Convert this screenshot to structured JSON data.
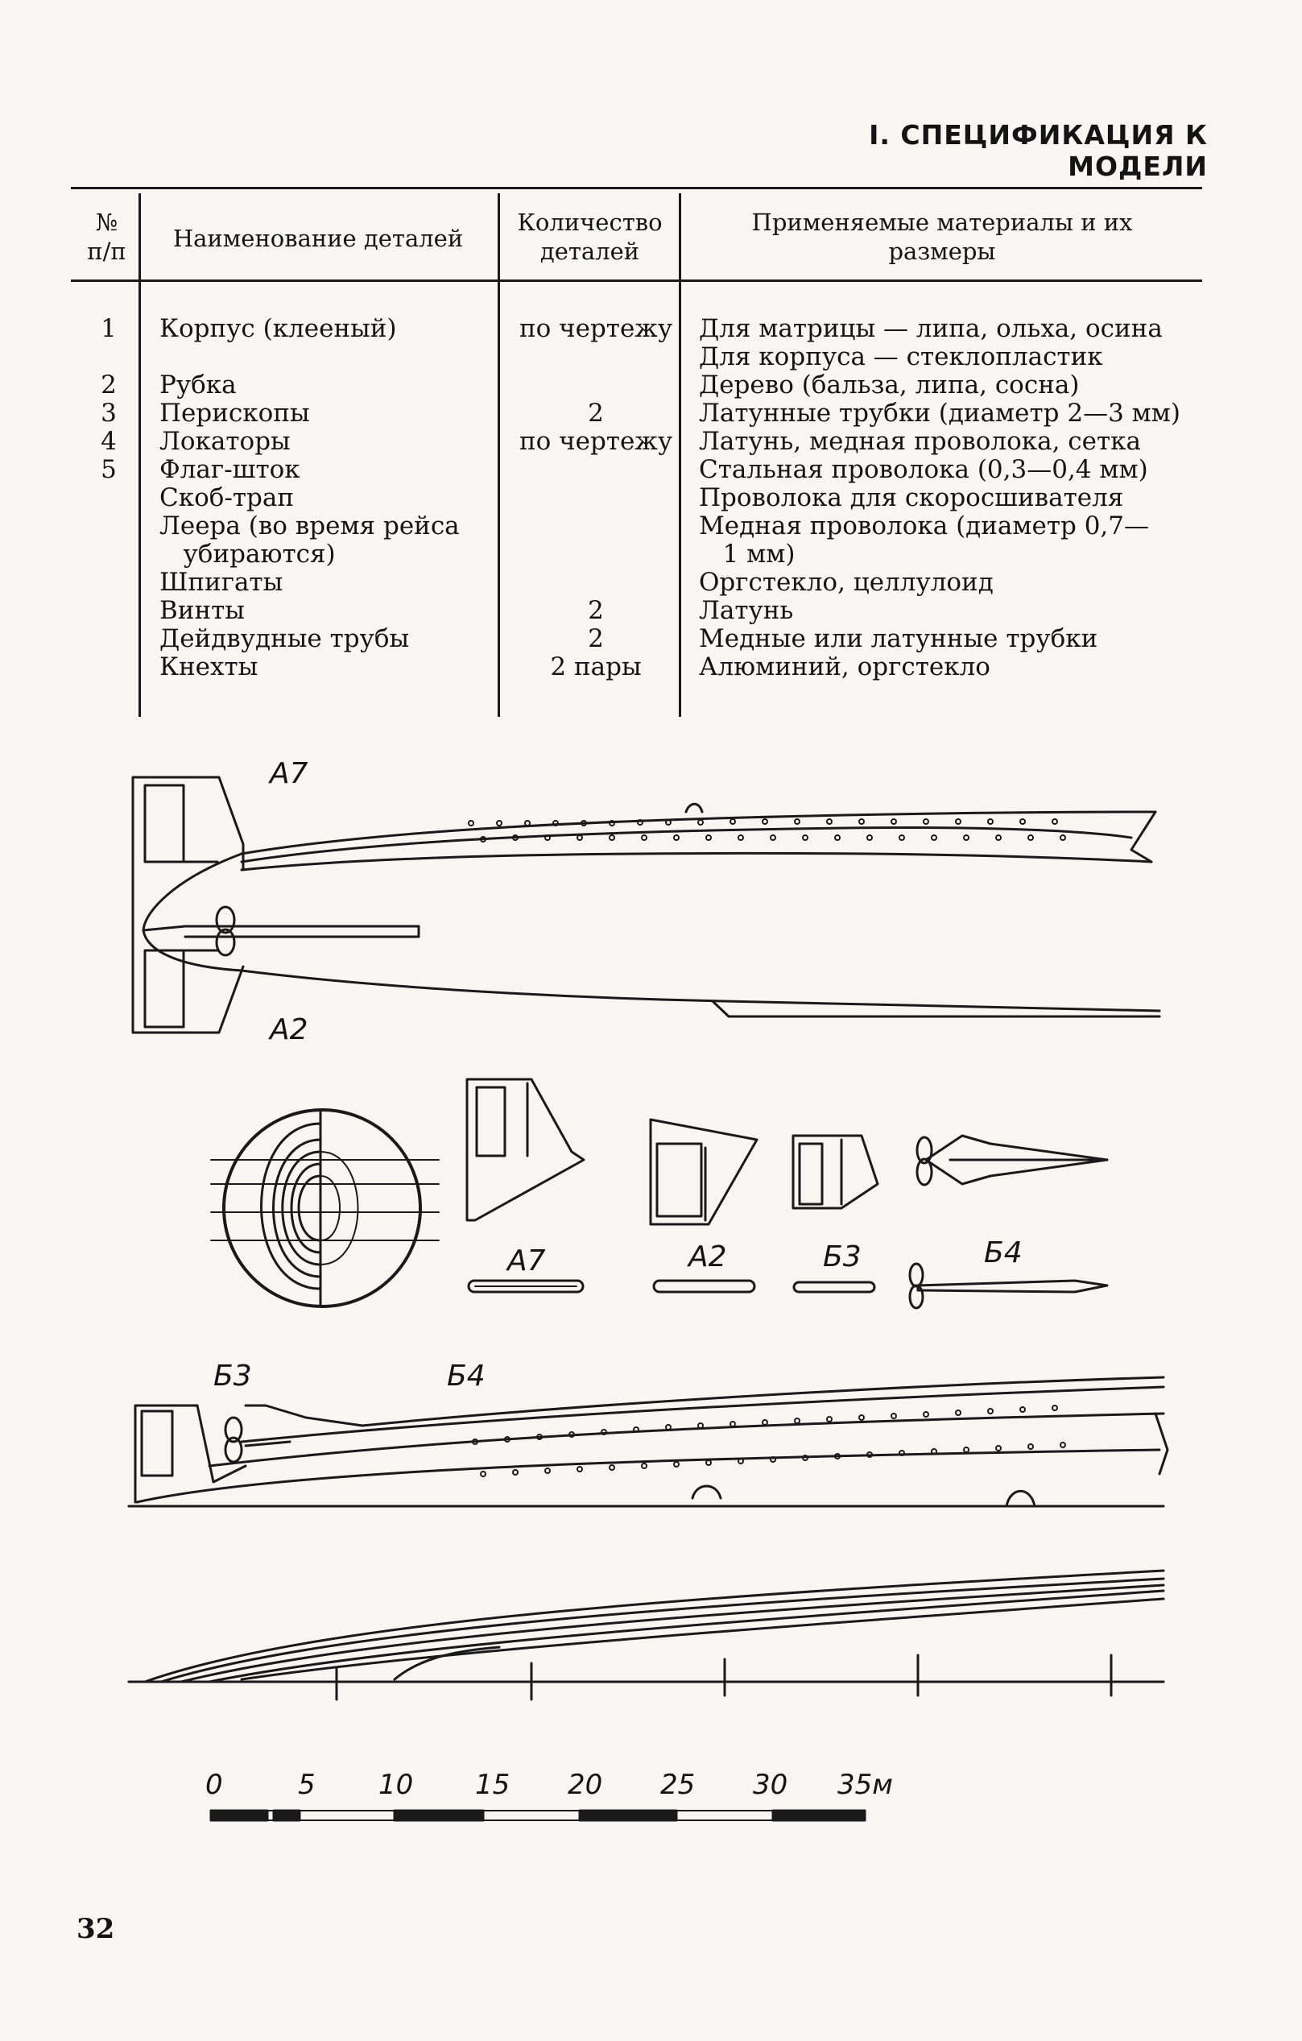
{
  "heading": "I. СПЕЦИФИКАЦИЯ К МОДЕЛИ",
  "table": {
    "headers": {
      "num": [
        "№",
        "п/п"
      ],
      "name": "Наименование деталей",
      "qty": [
        "Количество",
        "деталей"
      ],
      "materials": [
        "Применяемые материалы и их",
        "размеры"
      ]
    },
    "rows": [
      {
        "num": "1",
        "name": "Корпус (клееный)",
        "qty": "по чертежу",
        "material": "Для матрицы — липа, ольха, осина"
      },
      {
        "num": "",
        "name": "",
        "qty": "",
        "material": "Для корпуса — стеклопластик"
      },
      {
        "num": "2",
        "name": "Рубка",
        "qty": "",
        "material": "Дерево (бальза, липа, сосна)"
      },
      {
        "num": "3",
        "name": "Перископы",
        "qty": "2",
        "material": "Латунные трубки (диаметр 2—3 мм)"
      },
      {
        "num": "4",
        "name": "Локаторы",
        "qty": "по чертежу",
        "material": "Латунь, медная проволока, сетка"
      },
      {
        "num": "5",
        "name": "Флаг-шток",
        "qty": "",
        "material": "Стальная проволока (0,3—0,4 мм)"
      },
      {
        "num": "",
        "name": "Скоб-трап",
        "qty": "",
        "material": "Проволока для скоросшивателя"
      },
      {
        "num": "",
        "name": "Леера (во время рейса",
        "qty": "",
        "material": "Медная проволока (диаметр 0,7—"
      },
      {
        "num": "",
        "name": "   убираются)",
        "qty": "",
        "material": "   1 мм)"
      },
      {
        "num": "",
        "name": "Шпигаты",
        "qty": "",
        "material": "Оргстекло, целлулоид"
      },
      {
        "num": "",
        "name": "Винты",
        "qty": "2",
        "material": "Латунь"
      },
      {
        "num": "",
        "name": "Дейдвудные трубы",
        "qty": "2",
        "material": "Медные или латунные трубки"
      },
      {
        "num": "",
        "name": "Кнехты",
        "qty": "2 пары",
        "material": "Алюминий, оргстекло"
      }
    ]
  },
  "drawing_labels": {
    "a7_top": "А7",
    "a2_top": "А2",
    "a7_detail": "А7",
    "a2_detail": "А2",
    "b3_detail": "Б3",
    "b4_detail": "Б4",
    "b3_side": "Б3",
    "b4_side": "Б4"
  },
  "scale": [
    "0",
    "5",
    "10",
    "15",
    "20",
    "25",
    "30",
    "35м"
  ],
  "page_number": "32"
}
